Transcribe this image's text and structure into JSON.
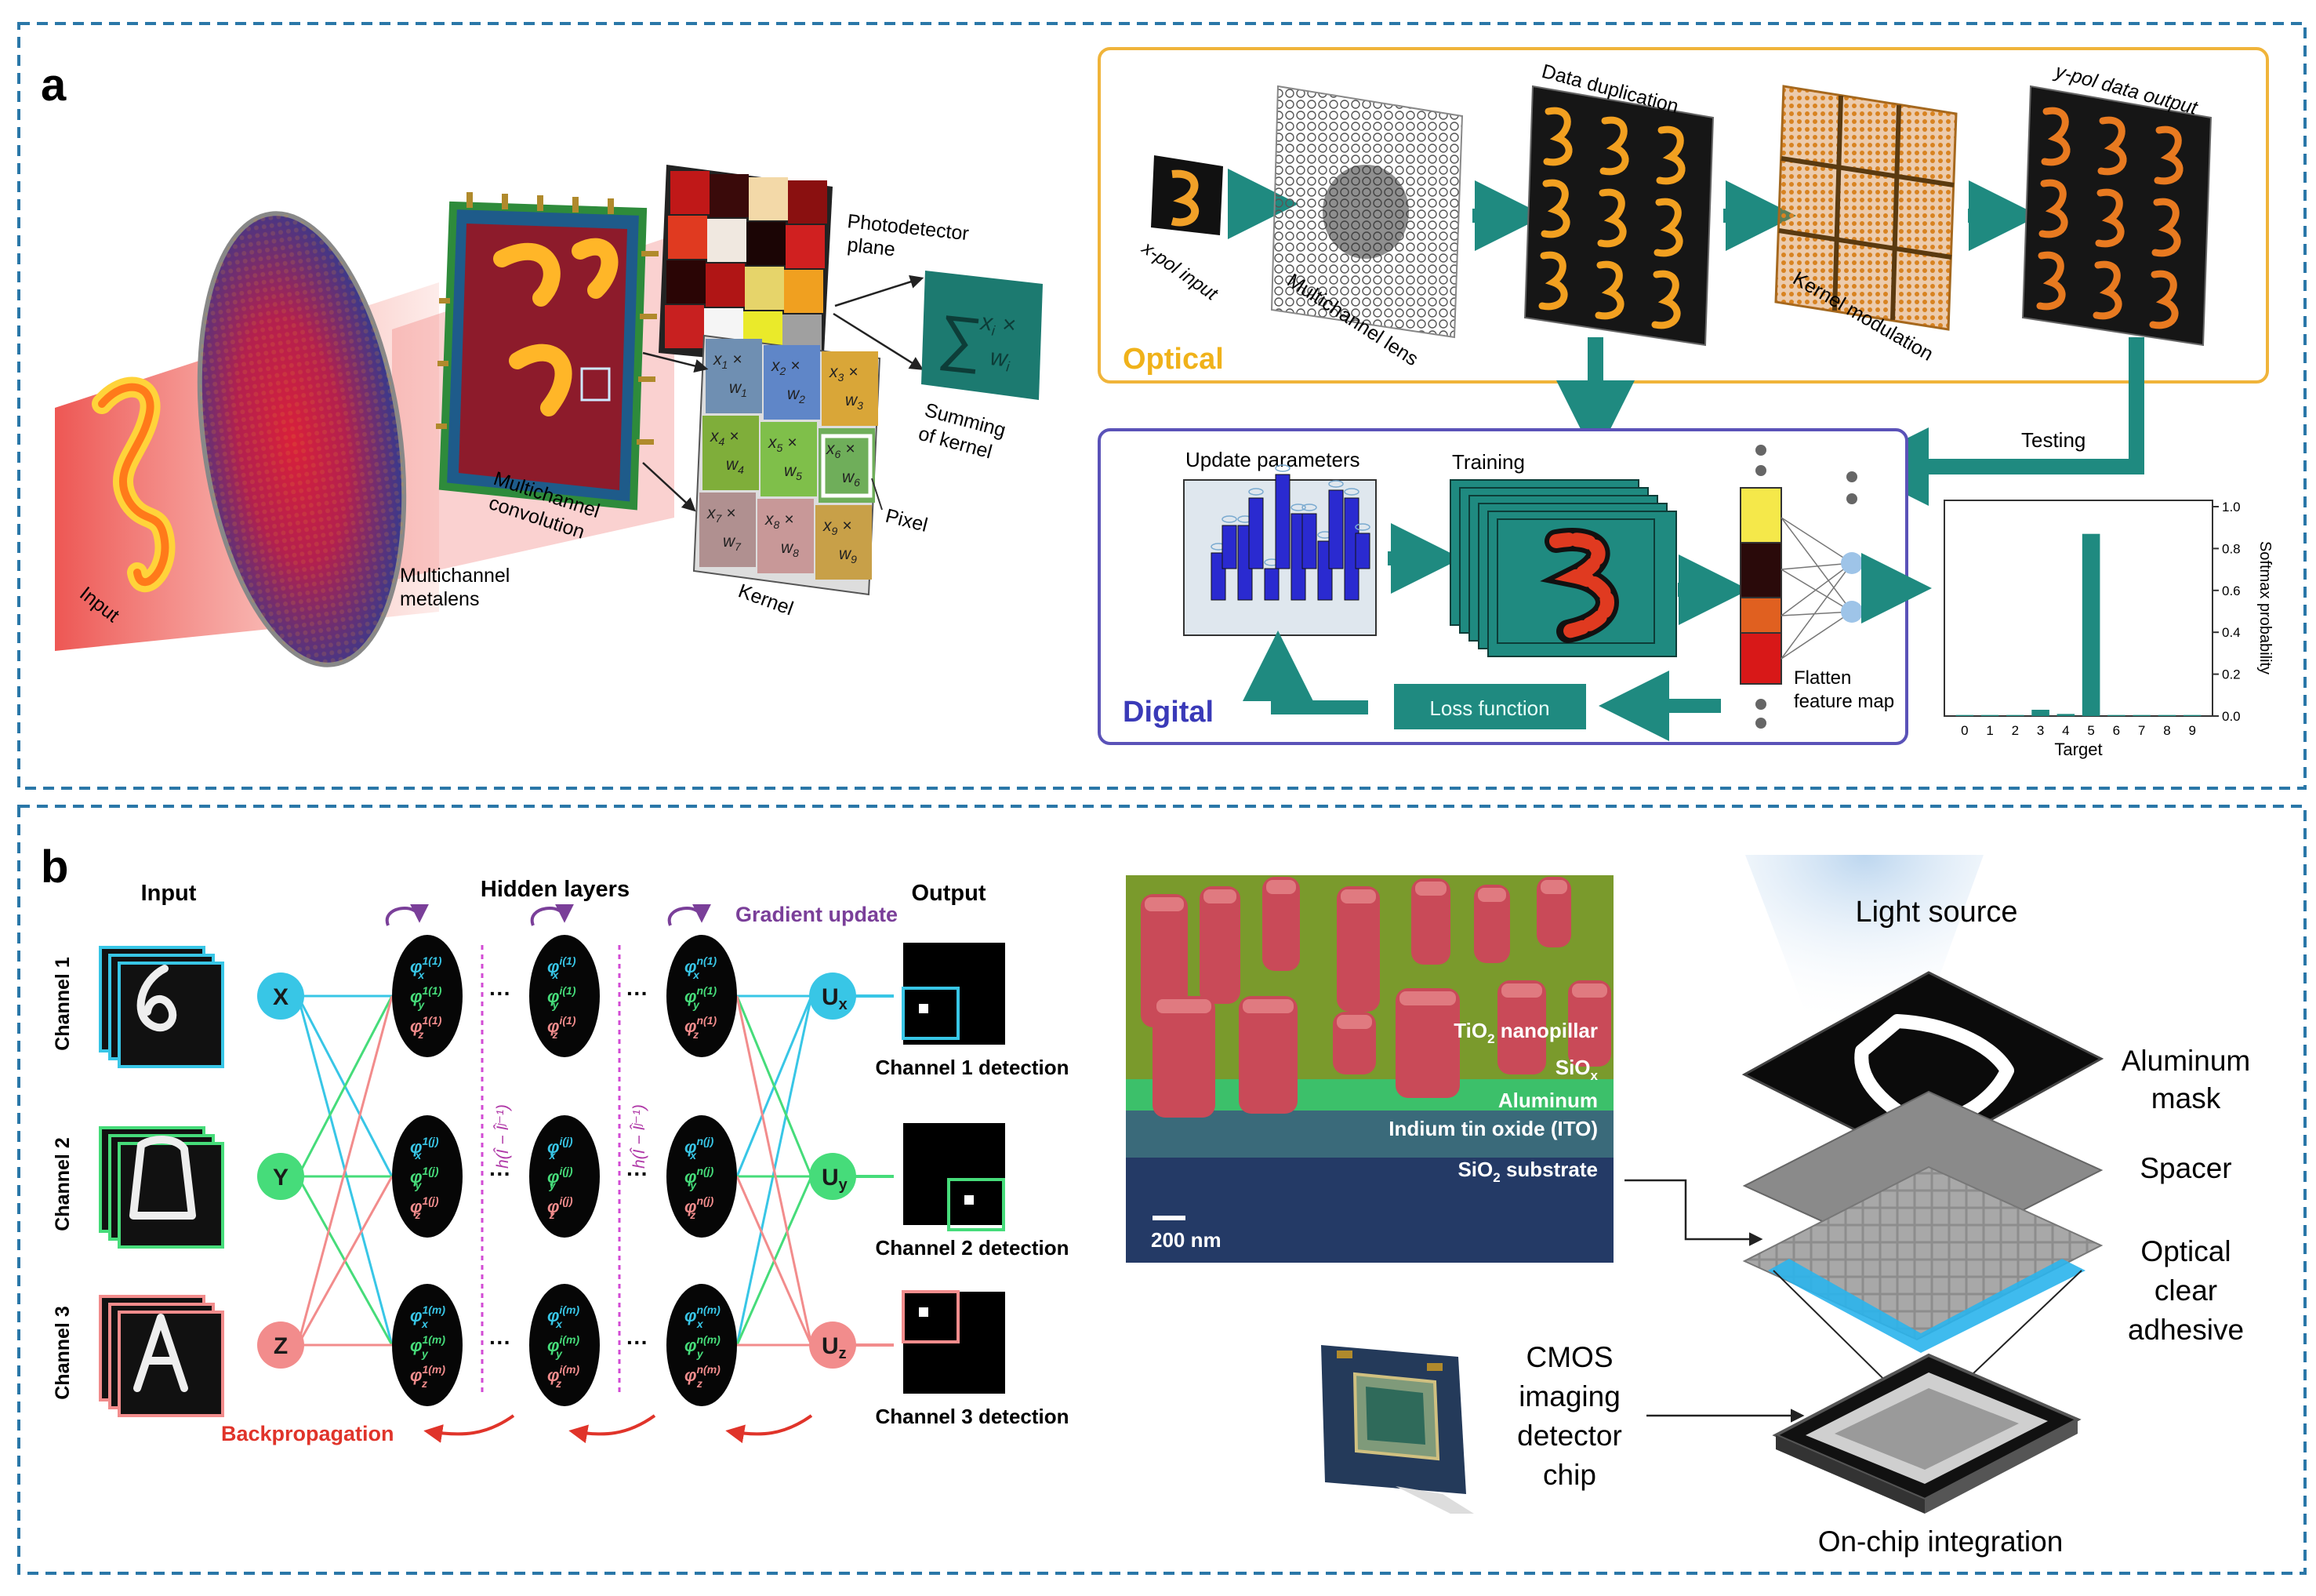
{
  "panel_a": {
    "letter": "a",
    "left": {
      "input": "Input",
      "metalens": [
        "Multichannel",
        "metalens"
      ],
      "convolution": [
        "Multichannel",
        "convolution"
      ],
      "photodetector": [
        "Photodetector",
        "plane"
      ],
      "summing": [
        "Summing",
        "of kernel"
      ],
      "pixel": "Pixel",
      "kernel": "Kernel",
      "cells": [
        {
          "x": "x",
          "i": "1",
          "w": "w",
          "j": "1"
        },
        {
          "x": "x",
          "i": "2",
          "w": "w",
          "j": "2"
        },
        {
          "x": "x",
          "i": "3",
          "w": "w",
          "j": "3"
        },
        {
          "x": "x",
          "i": "4",
          "w": "w",
          "j": "4"
        },
        {
          "x": "x",
          "i": "5",
          "w": "w",
          "j": "5"
        },
        {
          "x": "x",
          "i": "6",
          "w": "w",
          "j": "6"
        },
        {
          "x": "x",
          "i": "7",
          "w": "w",
          "j": "7"
        },
        {
          "x": "x",
          "i": "8",
          "w": "w",
          "j": "8"
        },
        {
          "x": "x",
          "i": "9",
          "w": "w",
          "j": "9"
        }
      ],
      "sum_x": "x",
      "sum_i": "i",
      "sum_w": "w",
      "sum_wi": "i"
    },
    "optical": {
      "label": "Optical",
      "xpol_input": "x-pol input",
      "lens": "Multichannel lens",
      "duplication": "Data duplication",
      "kernel_mod": "Kernel modulation",
      "ypol_output": "y-pol data output"
    },
    "digital": {
      "label": "Digital",
      "update": "Update parameters",
      "training": "Training",
      "testing": "Testing",
      "loss": "Loss function",
      "flatten": [
        "Flatten",
        "feature map"
      ]
    }
  },
  "panel_b": {
    "letter": "b",
    "network": {
      "input": "Input",
      "hidden": "Hidden layers",
      "output": "Output",
      "gradient": "Gradient update",
      "backprop": "Backpropagation",
      "channels": [
        "Channel 1",
        "Channel 2",
        "Channel 3"
      ],
      "nodes_in": [
        "X",
        "Y",
        "Z"
      ],
      "nodes_out": [
        {
          "main": "U",
          "sub": "x"
        },
        {
          "main": "U",
          "sub": "y"
        },
        {
          "main": "U",
          "sub": "z"
        }
      ],
      "detections": [
        "Channel 1 detection",
        "Channel 2 detection",
        "Channel 3 detection"
      ],
      "phi": "φ",
      "layer_sup": [
        "1",
        "i",
        "n"
      ],
      "row_sup": [
        "1",
        "j",
        "m"
      ],
      "pol": [
        "x",
        "y",
        "z"
      ],
      "loss_expr": "h(Î − Îʲ⁻¹)"
    },
    "sem": {
      "tio2": "TiO",
      "tio2_sub": "2",
      "tio2_rest": " nanopillar",
      "siox": "SiO",
      "siox_sub": "x",
      "aluminum": "Aluminum",
      "ito": "Indium tin oxide (ITO)",
      "sio2": "SiO",
      "sio2_sub": "2",
      "sio2_rest": " substrate",
      "scale": "200 nm"
    },
    "device": {
      "light": "Light source",
      "mask": [
        "Aluminum",
        "mask"
      ],
      "spacer": "Spacer",
      "adhesive": [
        "Optical",
        "clear",
        "adhesive"
      ],
      "cmos": [
        "CMOS",
        "imaging",
        "detector",
        "chip"
      ],
      "onchip": "On-chip integration"
    }
  },
  "chart_data": {
    "type": "bar",
    "categories": [
      "0",
      "1",
      "2",
      "3",
      "4",
      "5",
      "6",
      "7",
      "8",
      "9"
    ],
    "values": [
      0.005,
      0.005,
      0.005,
      0.03,
      0.01,
      0.87,
      0.005,
      0.005,
      0.005,
      0.005
    ],
    "xlabel": "Target",
    "ylabel": "Softmax probability",
    "ylim": [
      0,
      1.0
    ],
    "yticks": [
      "0.0",
      "0.2",
      "0.4",
      "0.6",
      "0.8",
      "1.0"
    ],
    "bar_color": "#1f8a80"
  }
}
